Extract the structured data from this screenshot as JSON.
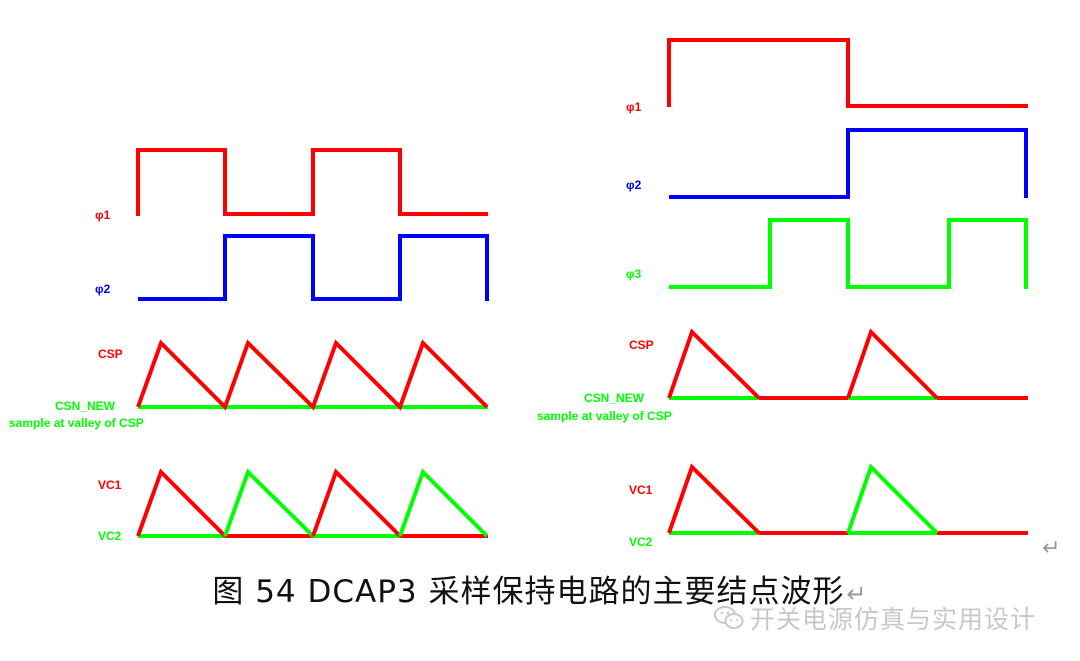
{
  "caption": "图 54 DCAP3  采样保持电路的主要结点波形",
  "return_mark": "↵",
  "watermark": "开关电源仿真与实用设计",
  "colors": {
    "red": "#ff0000",
    "blue": "#0000ff",
    "green": "#00ff00"
  },
  "left_panel": {
    "phi1": "φ1",
    "phi2": "φ2",
    "csp": "CSP",
    "csn_new": "CSN_NEW",
    "sample_note": "sample at valley of CSP",
    "vc1": "VC1",
    "vc2": "VC2"
  },
  "right_panel": {
    "phi1": "φ1",
    "phi2": "φ2",
    "phi3": "φ3",
    "csp": "CSP",
    "csn_new": "CSN_NEW",
    "sample_note": "sample at valley of CSP",
    "vc1": "VC1",
    "vc2": "VC2"
  }
}
